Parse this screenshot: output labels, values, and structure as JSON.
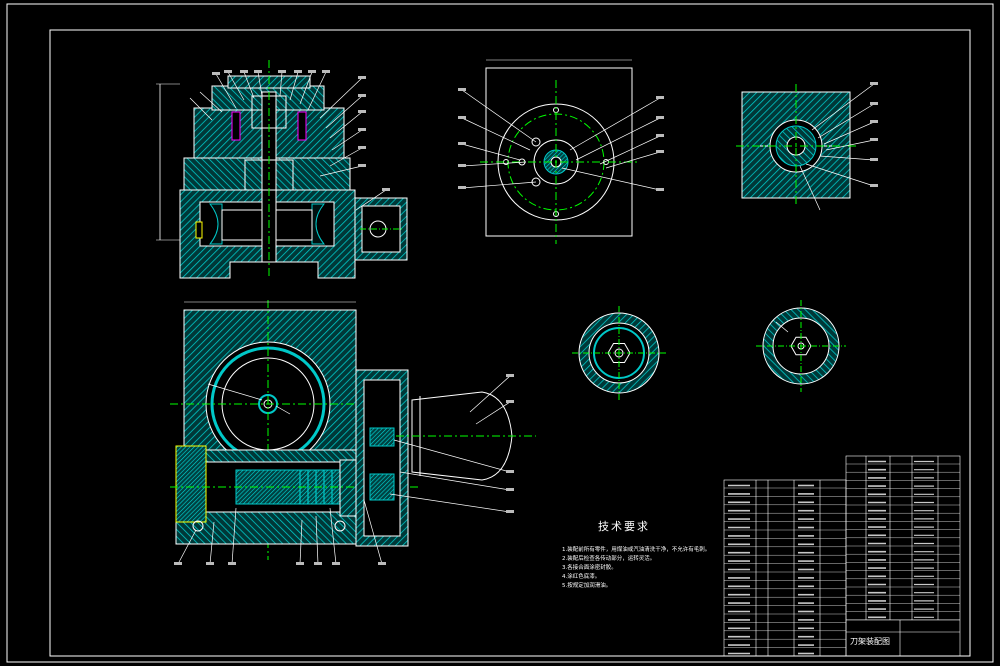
{
  "drawing": {
    "tech_title": "技术要求",
    "tech_notes": [
      "1.装配前所有零件，用煤油或汽油清洗干净，不允许有毛刺。",
      "2.装配后检查各传动部分，运转灵活。",
      "3.各接合面涂密封胶。",
      "4.涂红色底漆。",
      "5.按规定加润滑油。"
    ],
    "title_block_name": "刀架装配图",
    "colors": {
      "background": "#000000",
      "outline": "#ffffff",
      "hatch": "#00c8c8",
      "centerline": "#00ff00",
      "leader": "#ffffff",
      "dimension": "#00ff00",
      "accent": "#ff00ff",
      "blue": "#3050ff"
    }
  }
}
